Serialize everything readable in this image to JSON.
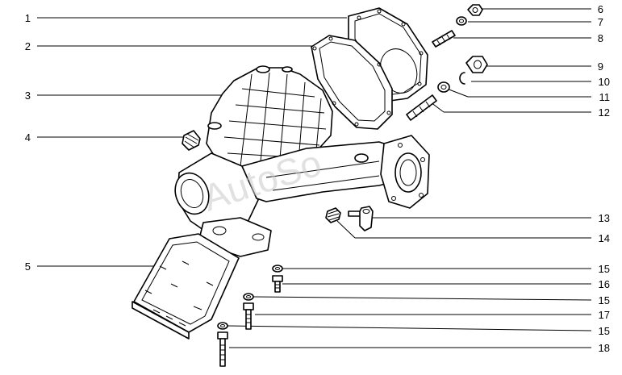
{
  "diagram": {
    "watermark": "AutoSo",
    "callouts": {
      "c1": "1",
      "c2": "2",
      "c3": "3",
      "c4": "4",
      "c5": "5",
      "c6": "6",
      "c7": "7",
      "c8": "8",
      "c9": "9",
      "c10": "10",
      "c11": "11",
      "c12": "12",
      "c13": "13",
      "c14": "14",
      "c15a": "15",
      "c16": "16",
      "c15b": "15",
      "c17": "17",
      "c15c": "15",
      "c18": "18"
    }
  }
}
